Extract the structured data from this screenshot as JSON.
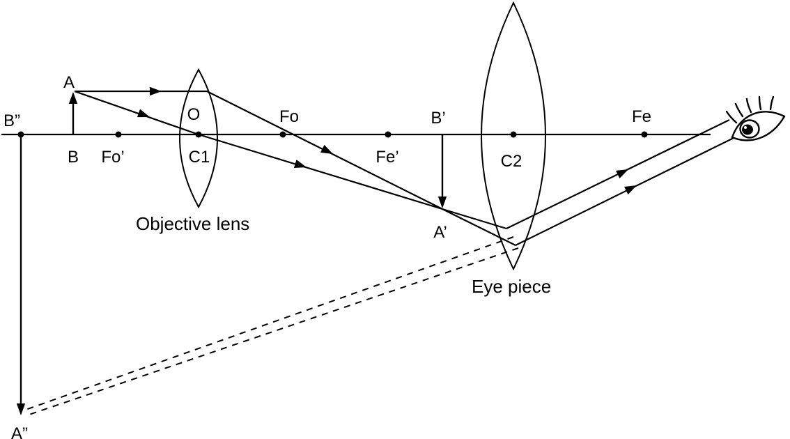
{
  "diagram": {
    "labels": {
      "a": "A",
      "b": "B",
      "b_double_prime": "B”",
      "fo_prime": "Fo’",
      "o": "O",
      "c1": "C1",
      "fo": "Fo",
      "fe_prime": "Fe’",
      "b_prime": "B’",
      "a_prime": "A’",
      "c2": "C2",
      "fe": "Fe",
      "a_double_prime": "A”",
      "objective_lens": "Objective lens",
      "eye_piece": "Eye piece"
    },
    "colors": {
      "ink": "#000000",
      "background": "#ffffff"
    }
  }
}
